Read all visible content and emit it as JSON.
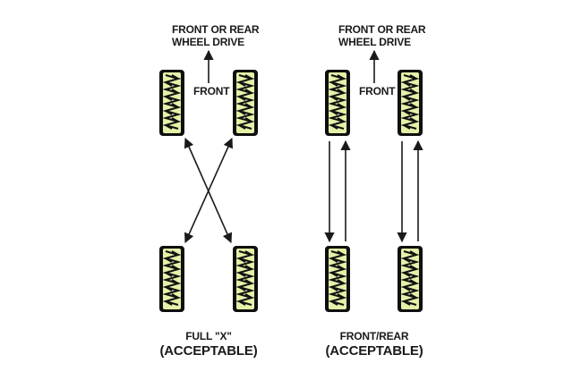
{
  "left_panel": {
    "drive_line_1": "FRONT OR REAR",
    "drive_line_2": "WHEEL DRIVE",
    "front_label": "FRONT",
    "pattern_label": "FULL \"X\"",
    "rating_label": "(ACCEPTABLE)"
  },
  "right_panel": {
    "drive_line_1": "FRONT OR REAR",
    "drive_line_2": "WHEEL DRIVE",
    "front_label": "FRONT",
    "pattern_label": "FRONT/REAR",
    "rating_label": "(ACCEPTABLE)"
  },
  "colors": {
    "tire_face": "#e6f0a8",
    "tire_outline": "#0f0f0f",
    "ink": "#1a1a1a"
  }
}
